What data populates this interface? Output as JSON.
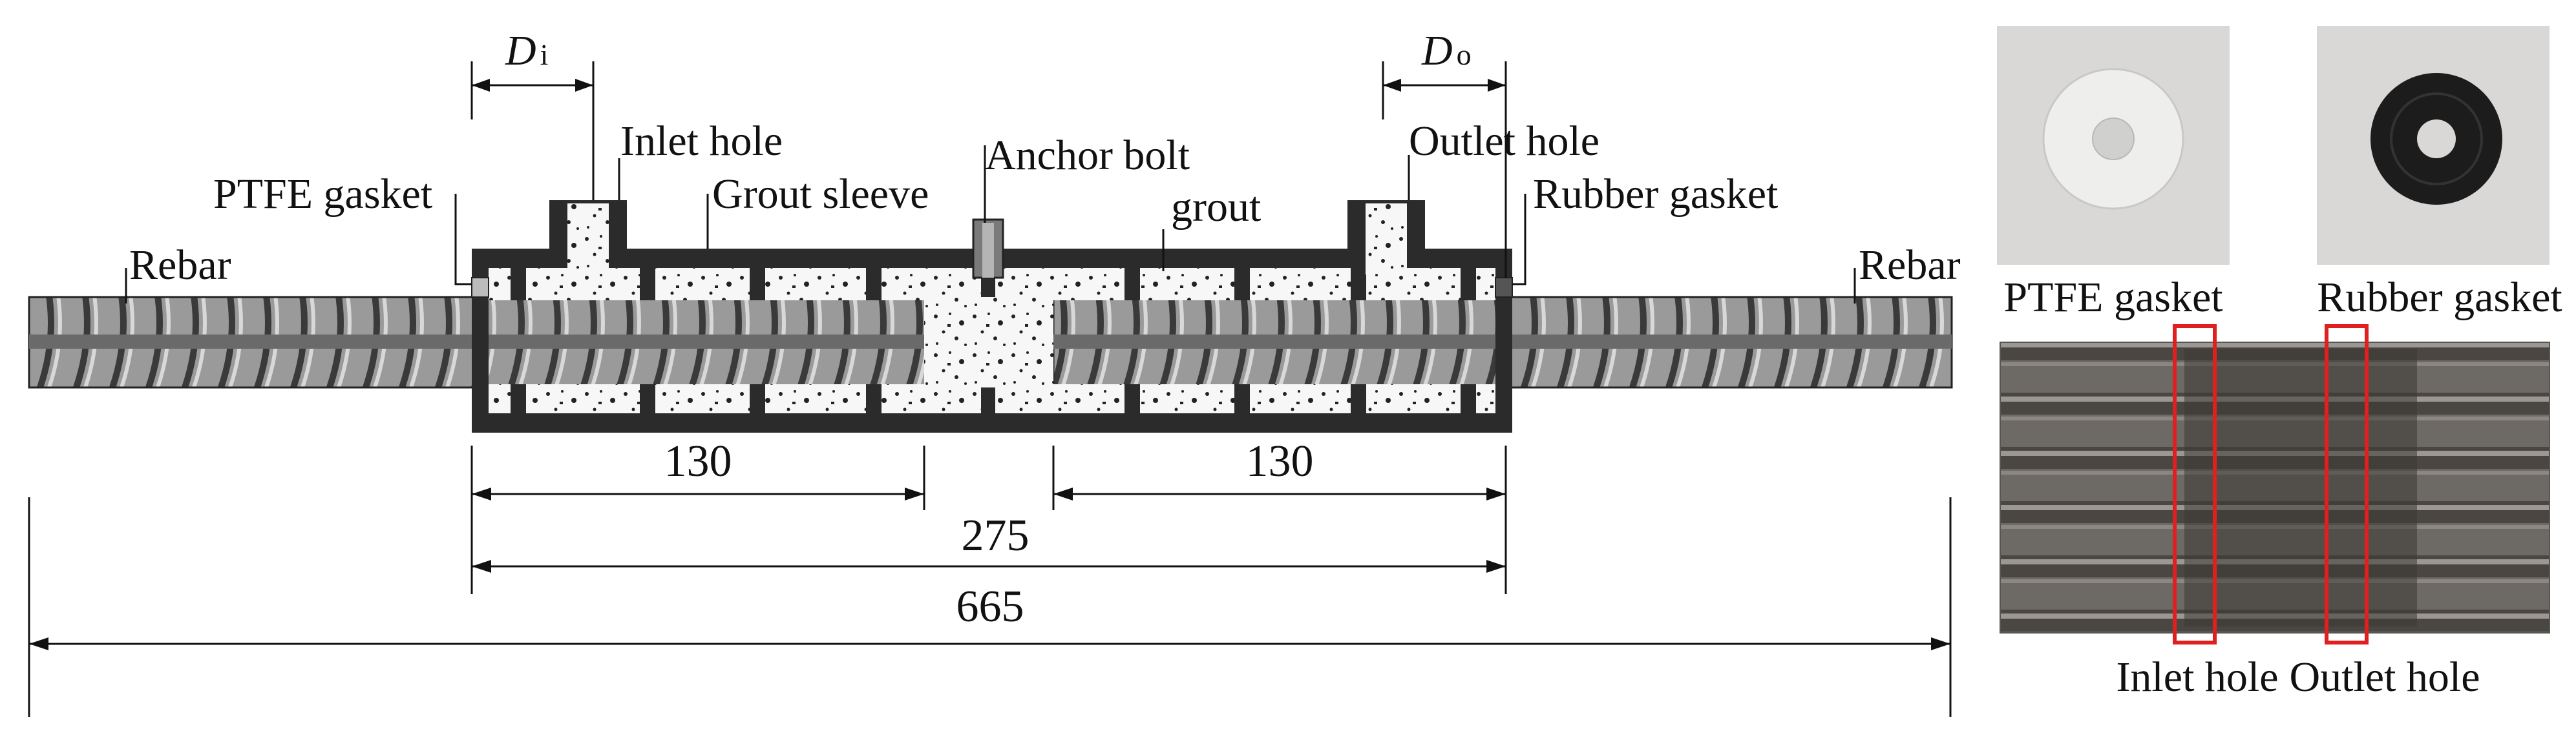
{
  "diagram": {
    "labels": {
      "rebar_left": "Rebar",
      "rebar_right": "Rebar",
      "ptfe_gasket": "PTFE gasket",
      "inlet_hole": "Inlet hole",
      "grout_sleeve": "Grout sleeve",
      "anchor_bolt": "Anchor bolt",
      "grout": "grout",
      "outlet_hole": "Outlet hole",
      "rubber_gasket": "Rubber gasket"
    },
    "di": {
      "symbol": "D",
      "subscript": "i"
    },
    "do": {
      "symbol": "D",
      "subscript": "o"
    },
    "dimensions": {
      "left_embed": "130",
      "right_embed": "130",
      "sleeve_length": "275",
      "total_length": "665"
    }
  },
  "photos": {
    "ptfe_caption": "PTFE gasket",
    "rubber_caption": "Rubber gasket",
    "inlet_caption": "Inlet hole",
    "outlet_caption": "Outlet hole"
  },
  "colors": {
    "sleeve": "#2b2b2b",
    "rebar": "#8a8a8a",
    "grout": "#f4f4f4",
    "highlight": "#e0201e",
    "photo_bg": "#d9d8d6"
  }
}
